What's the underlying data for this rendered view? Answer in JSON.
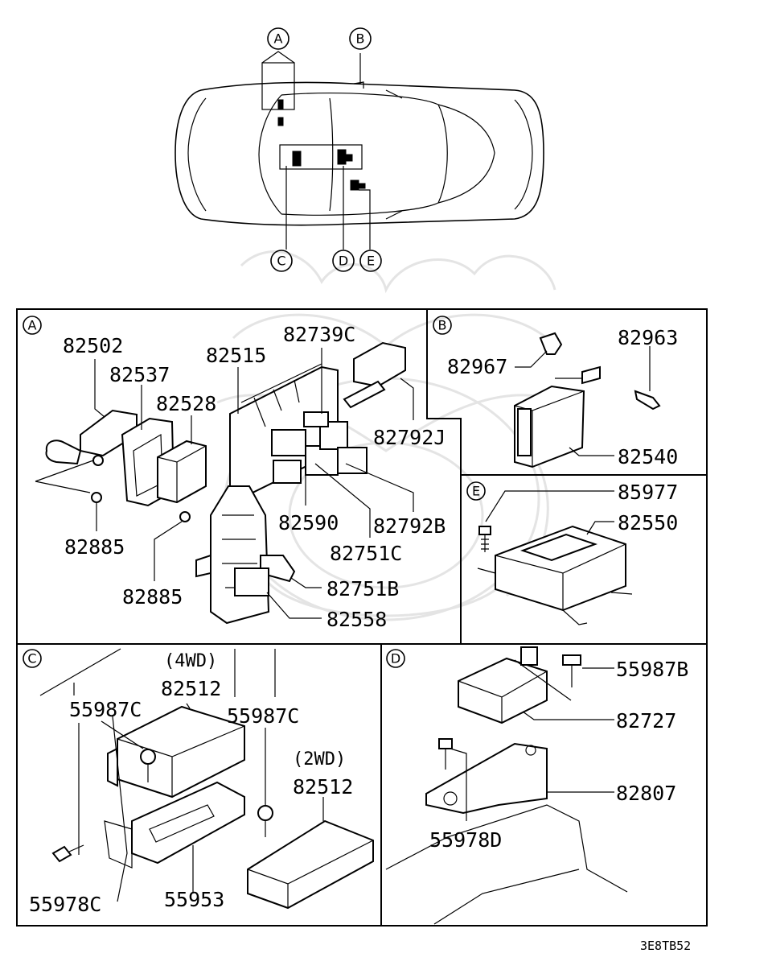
{
  "overview": {
    "callouts": [
      "A",
      "B",
      "C",
      "D",
      "E"
    ]
  },
  "panels": {
    "A": {
      "letter": "A",
      "parts": [
        "82502",
        "82537",
        "82528",
        "82515",
        "82739C",
        "82792J",
        "82590",
        "82792B",
        "82751C",
        "82751B",
        "82558",
        "82885",
        "82885"
      ]
    },
    "B": {
      "letter": "B",
      "parts": [
        "82963",
        "82967",
        "82540"
      ]
    },
    "E": {
      "letter": "E",
      "parts": [
        "85977",
        "82550"
      ]
    },
    "C": {
      "letter": "C",
      "variant_4wd": "(4WD)",
      "variant_2wd": "(2WD)",
      "parts": [
        "82512",
        "55987C",
        "55987C",
        "82512",
        "55953",
        "55978C"
      ]
    },
    "D": {
      "letter": "D",
      "parts": [
        "55987B",
        "82727",
        "82807",
        "55978D"
      ]
    }
  },
  "diagram_code": "3E8TB52"
}
